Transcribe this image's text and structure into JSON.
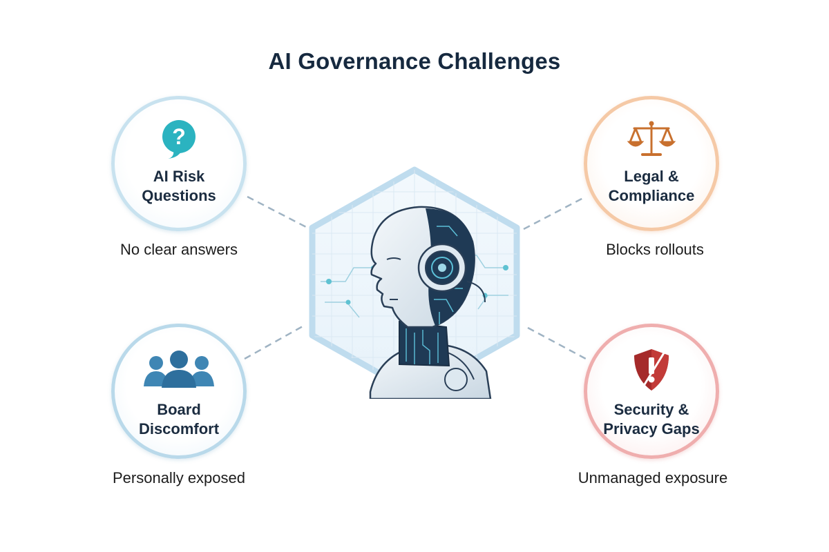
{
  "title": "AI Governance Challenges",
  "center": {
    "icon": "ai-robot-head-icon"
  },
  "nodes": {
    "top_left": {
      "icon": "question-bubble-icon",
      "label_line1": "AI Risk",
      "label_line2": "Questions",
      "caption": "No clear answers",
      "color": "#2bb3c0"
    },
    "top_right": {
      "icon": "balance-scale-icon",
      "label_line1": "Legal &",
      "label_line2": "Compliance",
      "caption": "Blocks rollouts",
      "color": "#c8702e"
    },
    "bottom_left": {
      "icon": "people-group-icon",
      "label_line1": "Board",
      "label_line2": "Discomfort",
      "caption": "Personally exposed",
      "color": "#3f86b4"
    },
    "bottom_right": {
      "icon": "shield-alert-icon",
      "label_line1": "Security &",
      "label_line2": "Privacy Gaps",
      "caption": "Unmanaged exposure",
      "color": "#b8322f"
    }
  }
}
